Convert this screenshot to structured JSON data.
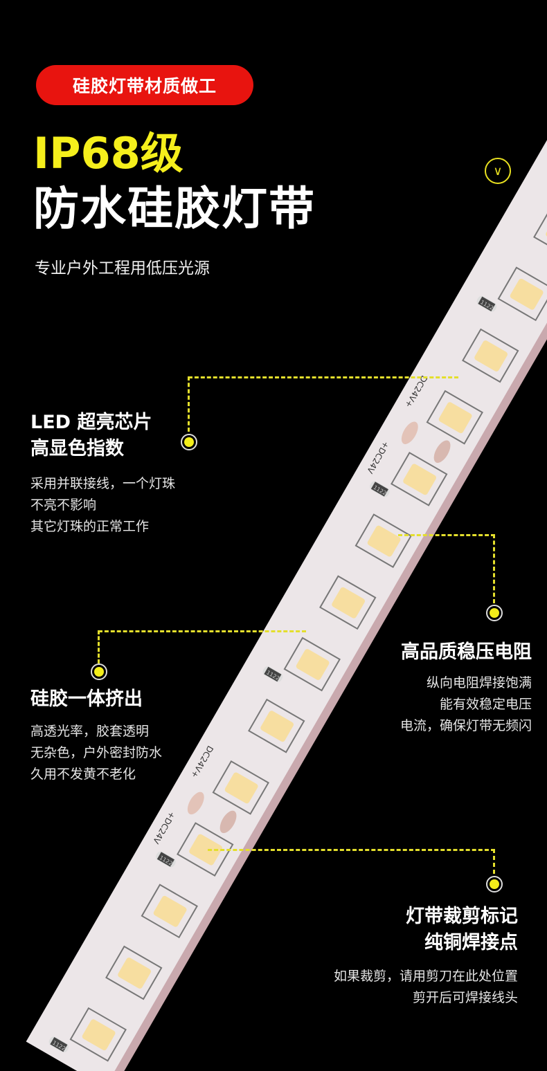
{
  "badge": "硅胶灯带材质做工",
  "title_line1": "IP68级",
  "title_line2": "防水硅胶灯带",
  "subtitle": "专业户外工程用低压光源",
  "scroll_icon": "chevron-down-circle-icon",
  "colors": {
    "accent_yellow": "#f5ef1c",
    "badge_red": "#e8140f",
    "strip": "#ece6e8",
    "led": "#f7dea0"
  },
  "strip_marks": {
    "voltage_a": "DC24V+",
    "voltage_b": "+DC24V",
    "resistor": "1122"
  },
  "features": [
    {
      "title": [
        "LED 超亮芯片",
        "高显色指数"
      ],
      "lines": [
        "采用并联接线，一个灯珠",
        "不亮不影响",
        "其它灯珠的正常工作"
      ]
    },
    {
      "title": [
        "高品质稳压电阻"
      ],
      "lines": [
        "纵向电阻焊接饱满",
        "能有效稳定电压",
        "电流，确保灯带无频闪"
      ]
    },
    {
      "title": [
        "硅胶一体挤出"
      ],
      "lines": [
        "高透光率，胶套透明",
        "无杂色，户外密封防水",
        "久用不发黄不老化"
      ]
    },
    {
      "title": [
        "灯带裁剪标记",
        "纯铜焊接点"
      ],
      "lines": [
        "如果裁剪，请用剪刀在此处位置",
        "剪开后可焊接线头"
      ]
    }
  ]
}
